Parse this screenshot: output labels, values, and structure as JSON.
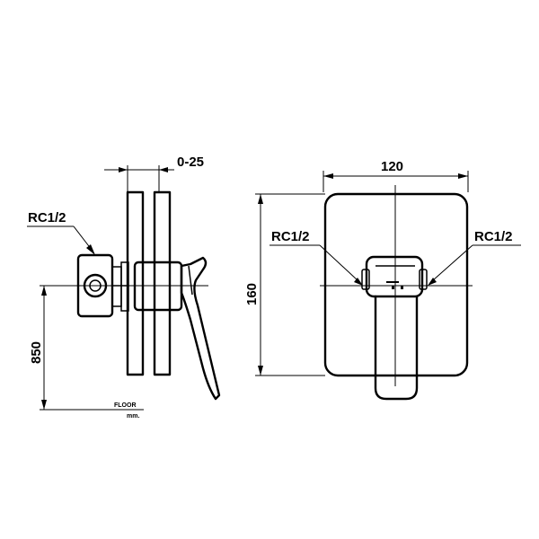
{
  "side_view": {
    "dim_top": "0-25",
    "port_label": "RC1/2",
    "height_dim": "850",
    "floor_label": "FLOOR",
    "floor_unit": "mm."
  },
  "front_view": {
    "width_dim": "120",
    "height_dim": "160",
    "port_label_left": "RC1/2",
    "port_label_right": "RC1/2"
  }
}
